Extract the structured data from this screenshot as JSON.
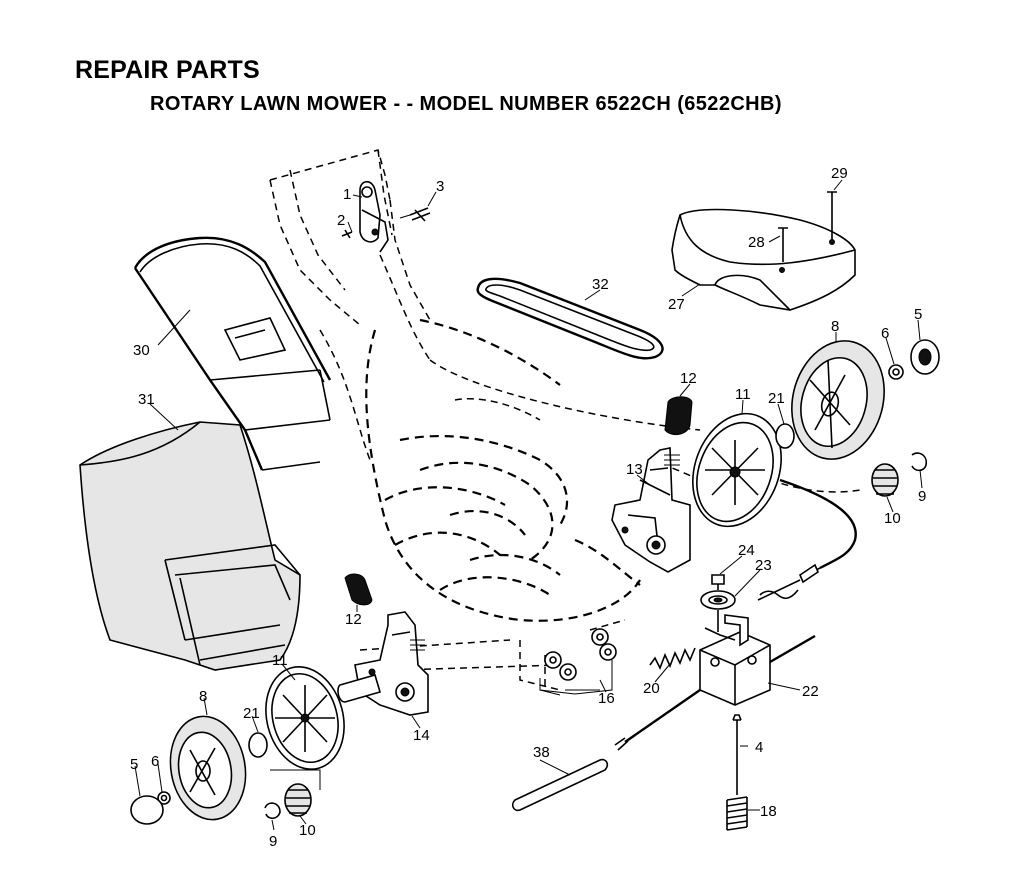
{
  "header": {
    "title": "REPAIR PARTS",
    "subtitle": "ROTARY LAWN MOWER - - MODEL NUMBER 6522CH (6522CHB)"
  },
  "callouts": {
    "c1": "1",
    "c2": "2",
    "c3": "3",
    "c29": "29",
    "c28": "28",
    "c27": "27",
    "c32": "32",
    "c30": "30",
    "c31": "31",
    "c8a": "8",
    "c6a": "6",
    "c5a": "5",
    "c12a": "12",
    "c11a": "11",
    "c21a": "21",
    "c13": "13",
    "c9a": "9",
    "c10a": "10",
    "c24": "24",
    "c23": "23",
    "c12b": "12",
    "c20": "20",
    "c22": "22",
    "c16": "16",
    "c11b": "11",
    "c14": "14",
    "c21b": "21",
    "c8b": "8",
    "c4": "4",
    "c38": "38",
    "c5b": "5",
    "c6b": "6",
    "c18": "18",
    "c9b": "9",
    "c10b": "10"
  }
}
